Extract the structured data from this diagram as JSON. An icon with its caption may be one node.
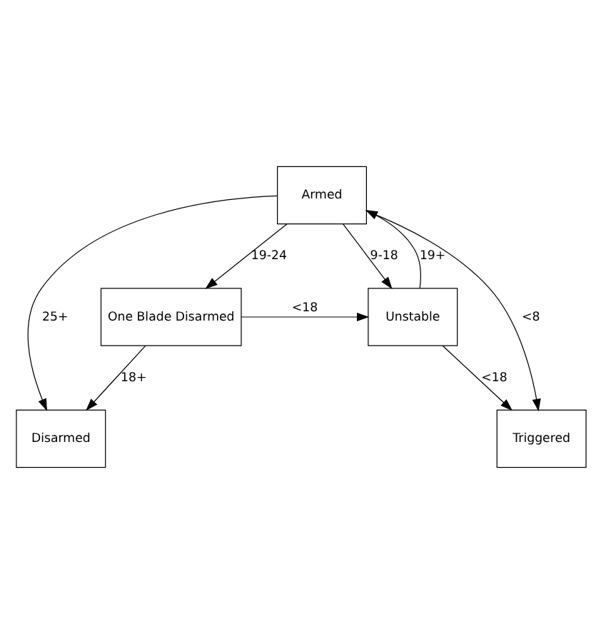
{
  "diagram": {
    "nodes": [
      {
        "text": [
          "Armed"
        ]
      },
      {
        "text": [
          "One Blade Disarmed"
        ]
      },
      {
        "text": [
          "Unstable"
        ]
      },
      {
        "text": [
          "Disarmed"
        ]
      },
      {
        "text": [
          "Triggered"
        ]
      }
    ],
    "edges": [
      {
        "from": 0,
        "to": 1,
        "arrow": "to",
        "label": "19-24"
      },
      {
        "from": 0,
        "to": 2,
        "arrow": "to",
        "label": "9-18"
      },
      {
        "from": 2,
        "to": 0,
        "arrow": "to",
        "label": "19+"
      },
      {
        "from": 1,
        "to": 2,
        "arrow": "to",
        "label": "<18"
      },
      {
        "from": 1,
        "to": 3,
        "arrow": "to",
        "label": "18+"
      },
      {
        "from": 0,
        "to": 3,
        "arrow": "to",
        "label": "25+"
      },
      {
        "from": 0,
        "to": 4,
        "arrow": "to",
        "label": "<8"
      },
      {
        "from": 2,
        "to": 4,
        "arrow": "to",
        "label": "<18"
      }
    ]
  }
}
